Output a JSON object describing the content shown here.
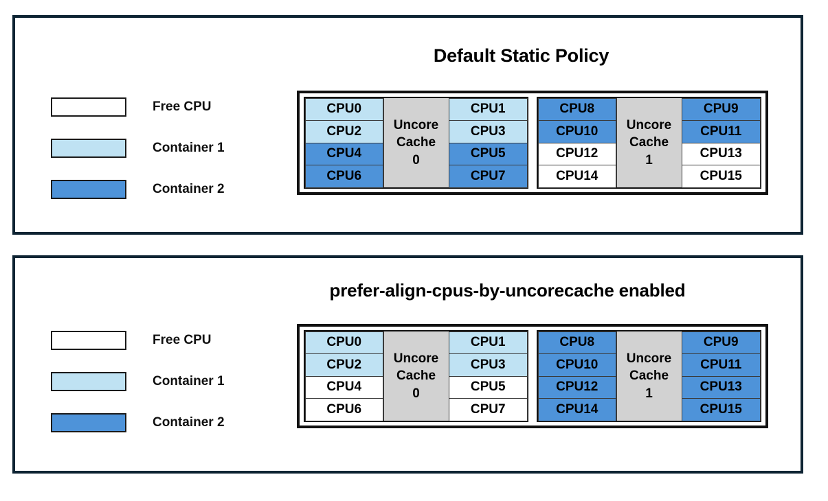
{
  "panels": [
    {
      "title": "Default Static Policy",
      "legend": [
        {
          "label": "Free CPU",
          "swatch_color": "#ffffff",
          "kind": "free"
        },
        {
          "label": "Container 1",
          "swatch_color": "#bfe2f3",
          "kind": "container1"
        },
        {
          "label": "Container 2",
          "swatch_color": "#4e93d9",
          "kind": "container2"
        }
      ],
      "cache_groups": [
        {
          "cache_label_line1": "Uncore",
          "cache_label_line2": "Cache",
          "cache_index": "0",
          "left_column": [
            {
              "label": "CPU0",
              "kind": "container1"
            },
            {
              "label": "CPU2",
              "kind": "container1"
            },
            {
              "label": "CPU4",
              "kind": "container2"
            },
            {
              "label": "CPU6",
              "kind": "container2"
            }
          ],
          "right_column": [
            {
              "label": "CPU1",
              "kind": "container1"
            },
            {
              "label": "CPU3",
              "kind": "container1"
            },
            {
              "label": "CPU5",
              "kind": "container2"
            },
            {
              "label": "CPU7",
              "kind": "container2"
            }
          ]
        },
        {
          "cache_label_line1": "Uncore",
          "cache_label_line2": "Cache",
          "cache_index": "1",
          "left_column": [
            {
              "label": "CPU8",
              "kind": "container2"
            },
            {
              "label": "CPU10",
              "kind": "container2"
            },
            {
              "label": "CPU12",
              "kind": "free"
            },
            {
              "label": "CPU14",
              "kind": "free"
            }
          ],
          "right_column": [
            {
              "label": "CPU9",
              "kind": "container2"
            },
            {
              "label": "CPU11",
              "kind": "container2"
            },
            {
              "label": "CPU13",
              "kind": "free"
            },
            {
              "label": "CPU15",
              "kind": "free"
            }
          ]
        }
      ]
    },
    {
      "title": "prefer-align-cpus-by-uncorecache enabled",
      "legend": [
        {
          "label": "Free CPU",
          "swatch_color": "#ffffff",
          "kind": "free"
        },
        {
          "label": "Container 1",
          "swatch_color": "#bfe2f3",
          "kind": "container1"
        },
        {
          "label": "Container 2",
          "swatch_color": "#4e93d9",
          "kind": "container2"
        }
      ],
      "cache_groups": [
        {
          "cache_label_line1": "Uncore",
          "cache_label_line2": "Cache",
          "cache_index": "0",
          "left_column": [
            {
              "label": "CPU0",
              "kind": "container1"
            },
            {
              "label": "CPU2",
              "kind": "container1"
            },
            {
              "label": "CPU4",
              "kind": "free"
            },
            {
              "label": "CPU6",
              "kind": "free"
            }
          ],
          "right_column": [
            {
              "label": "CPU1",
              "kind": "container1"
            },
            {
              "label": "CPU3",
              "kind": "container1"
            },
            {
              "label": "CPU5",
              "kind": "free"
            },
            {
              "label": "CPU7",
              "kind": "free"
            }
          ]
        },
        {
          "cache_label_line1": "Uncore",
          "cache_label_line2": "Cache",
          "cache_index": "1",
          "left_column": [
            {
              "label": "CPU8",
              "kind": "container2"
            },
            {
              "label": "CPU10",
              "kind": "container2"
            },
            {
              "label": "CPU12",
              "kind": "container2"
            },
            {
              "label": "CPU14",
              "kind": "container2"
            }
          ],
          "right_column": [
            {
              "label": "CPU9",
              "kind": "container2"
            },
            {
              "label": "CPU11",
              "kind": "container2"
            },
            {
              "label": "CPU13",
              "kind": "container2"
            },
            {
              "label": "CPU15",
              "kind": "container2"
            }
          ]
        }
      ]
    }
  ],
  "colors": {
    "panel_border": "#0e2433",
    "diagram_border": "#111111",
    "free": "#ffffff",
    "container1": "#bfe2f3",
    "container2": "#4e93d9",
    "cache": "#d2d2d2",
    "text": "#000000"
  }
}
